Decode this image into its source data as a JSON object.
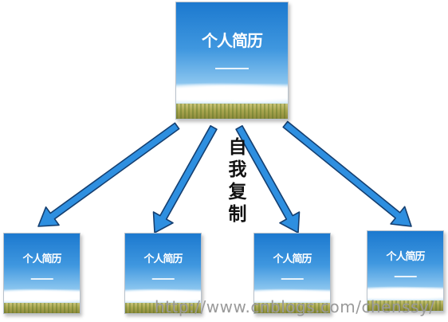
{
  "diagram": {
    "caption": "自我复制",
    "watermark": "http://www.cnblogs.com/chenssy/",
    "card_logo": "个人简历",
    "colors": {
      "arrow_fill": "#2e8fe0",
      "arrow_stroke": "#153f70",
      "sky_top": "#1c79cf",
      "caption_text": "#111111",
      "watermark_text": "#9a9a9a"
    },
    "nodes": [
      {
        "id": "source",
        "role": "original"
      },
      {
        "id": "copy-1",
        "role": "copy"
      },
      {
        "id": "copy-2",
        "role": "copy"
      },
      {
        "id": "copy-3",
        "role": "copy"
      },
      {
        "id": "copy-4",
        "role": "copy"
      }
    ],
    "edges": [
      {
        "from": "source",
        "to": "copy-1"
      },
      {
        "from": "source",
        "to": "copy-2"
      },
      {
        "from": "source",
        "to": "copy-3"
      },
      {
        "from": "source",
        "to": "copy-4"
      }
    ]
  }
}
